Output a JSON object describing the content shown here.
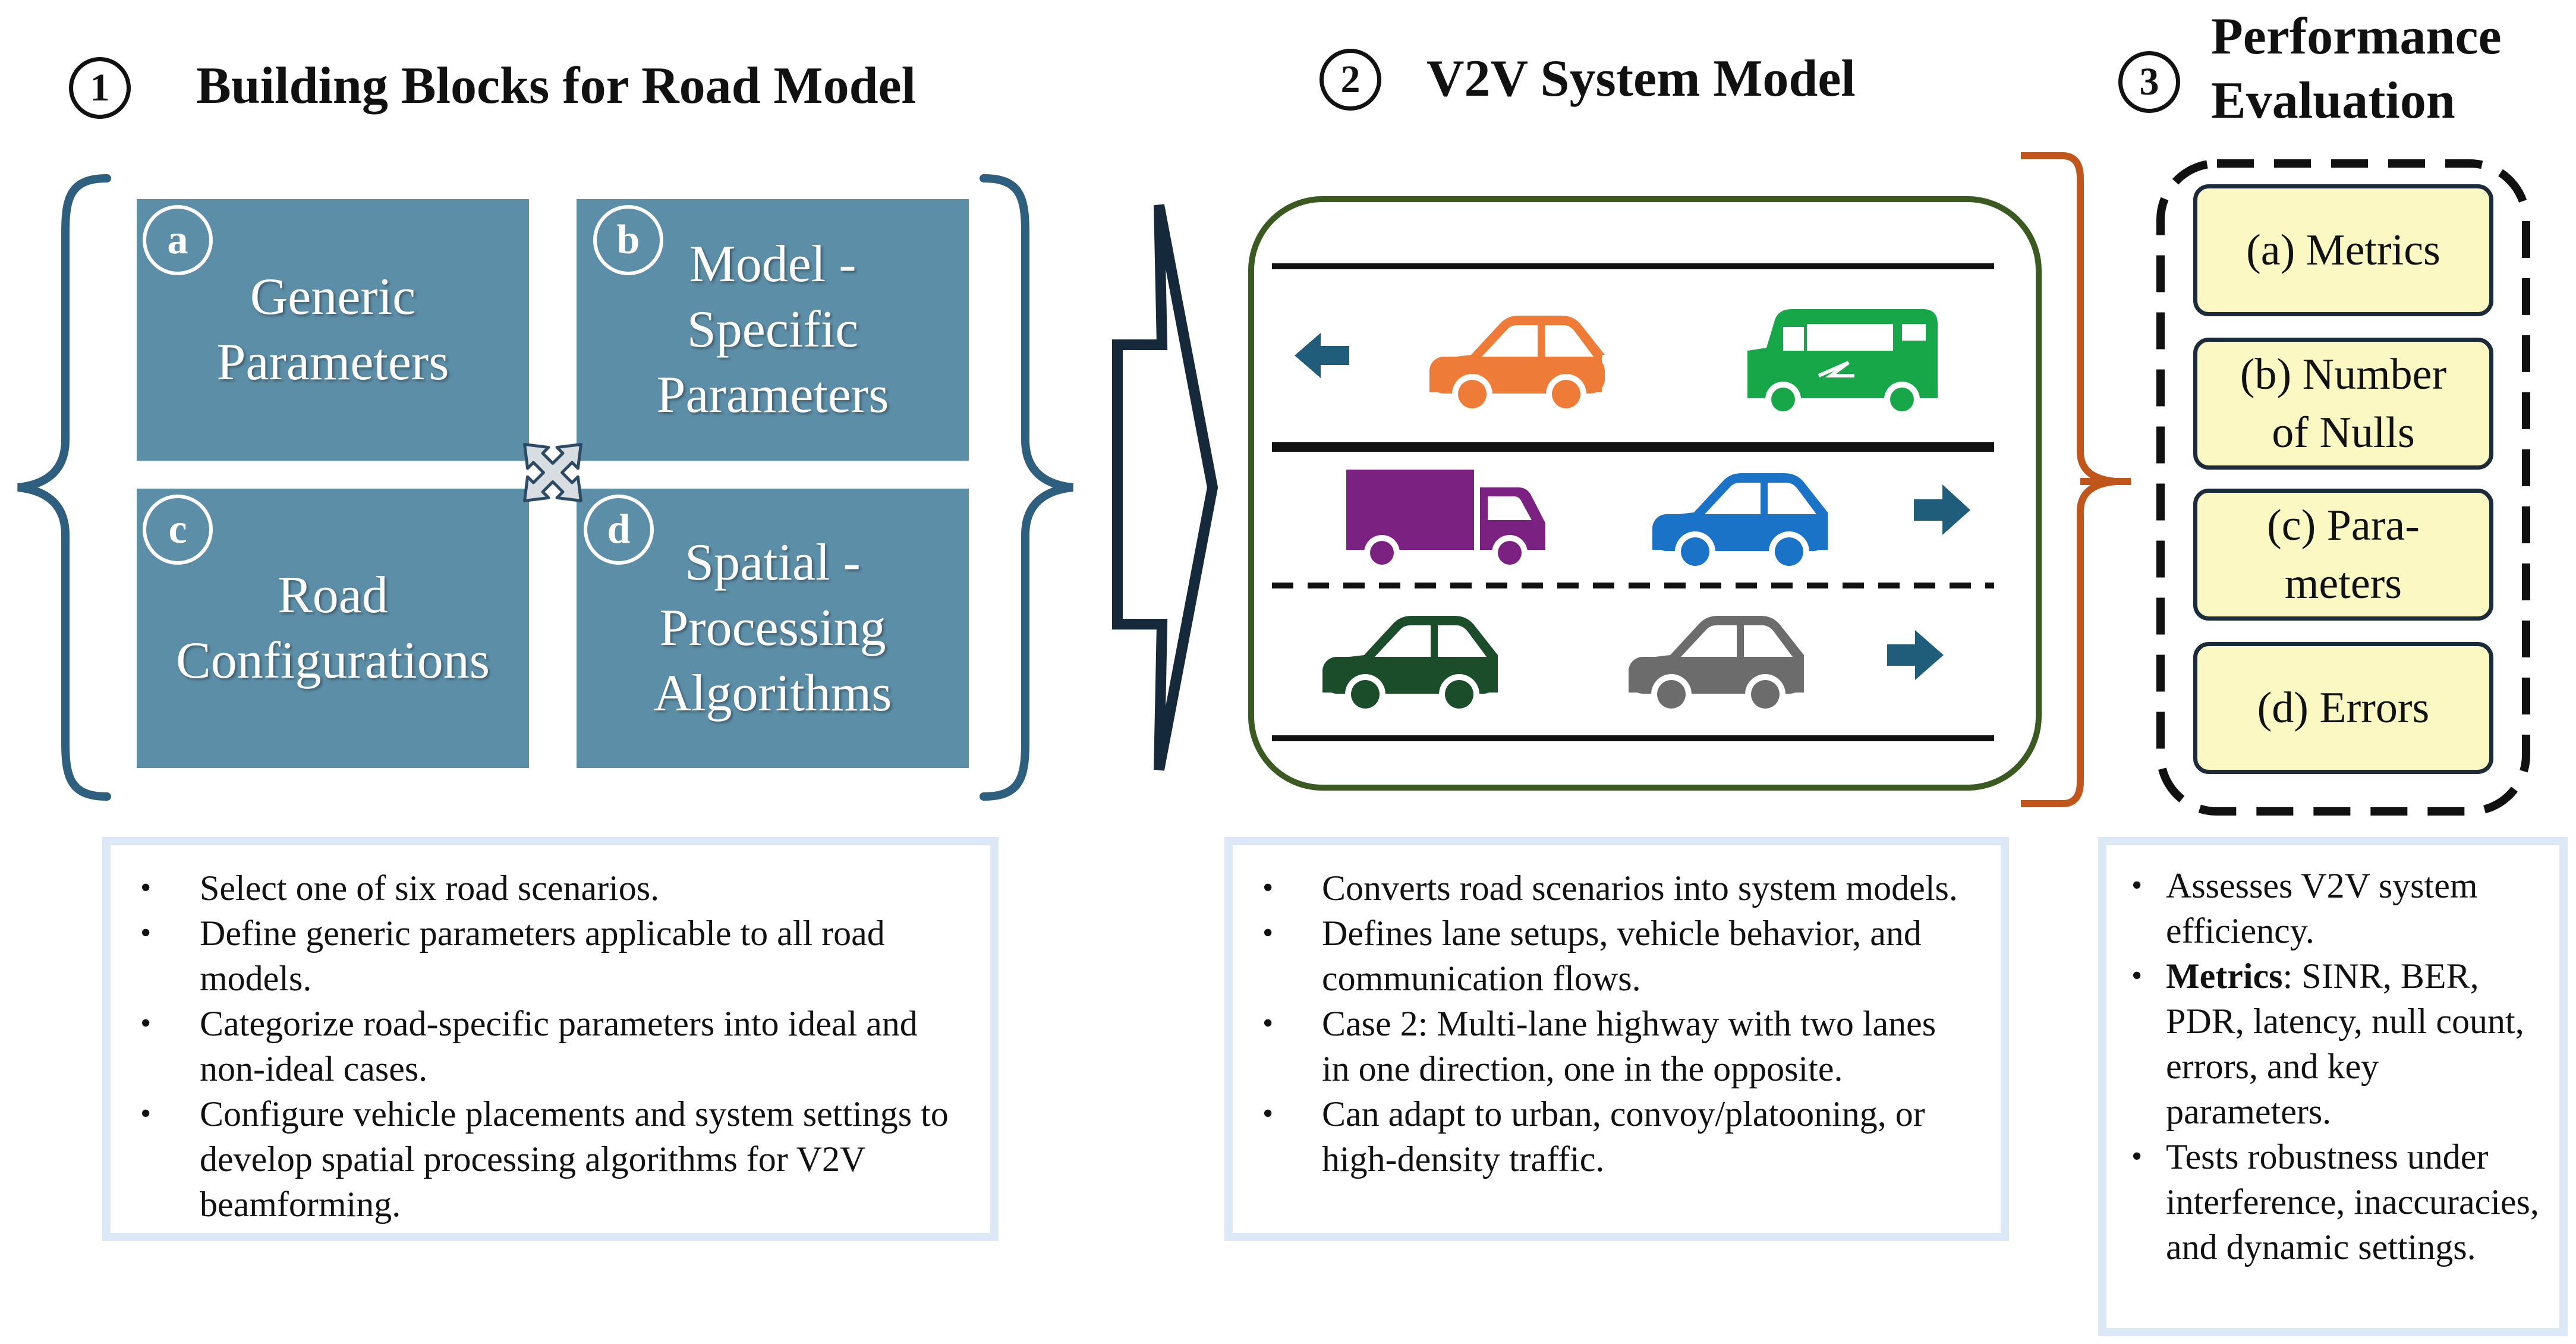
{
  "sections": [
    {
      "number": "1",
      "title": "Building Blocks for Road Model"
    },
    {
      "number": "2",
      "title": "V2V System Model"
    },
    {
      "number": "3",
      "title": "Performance Evaluation"
    }
  ],
  "building_blocks": [
    {
      "letter": "a",
      "label": "Generic\nParameters"
    },
    {
      "letter": "b",
      "label": "Model -\nSpecific\nParameters"
    },
    {
      "letter": "c",
      "label": "Road\nConfigurations"
    },
    {
      "letter": "d",
      "label": "Spatial -\nProcessing\nAlgorithms"
    }
  ],
  "block1_bullets": [
    "Select one of six road scenarios.",
    "Define generic parameters applicable to all road models.",
    "Categorize road-specific parameters into ideal and non-ideal cases.",
    "Configure vehicle placements and system settings to develop spatial processing algorithms for V2V beamforming."
  ],
  "block2_bullets": [
    "Converts road scenarios into system models.",
    "Defines lane setups, vehicle behavior, and communication flows.",
    "Case 2: Multi-lane highway with two lanes in one direction, one in the opposite.",
    "Can adapt to urban, convoy/platooning, or high-density traffic."
  ],
  "metrics": [
    {
      "label": "(a) Metrics"
    },
    {
      "label": "(b) Number\nof Nulls"
    },
    {
      "label": "(c) Para-\nmeters"
    },
    {
      "label": "(d) Errors"
    }
  ],
  "block3_bullets": {
    "b1": "Assesses V2V system efficiency.",
    "b2_bold": "Metrics",
    "b2_rest": ": SINR, BER, PDR, latency, null count, errors, and key parameters.",
    "b3": "Tests robustness under interference, inaccuracies, and dynamic settings."
  },
  "icons": {
    "lane1_arrow": "arrow-left-icon",
    "lane2_arrow": "arrow-right-icon",
    "lane3_arrow": "arrow-right-icon",
    "cars": [
      "orange-car-icon",
      "green-rv-icon",
      "purple-truck-icon",
      "blue-car-icon",
      "dark-green-car-icon",
      "gray-car-icon"
    ]
  },
  "colors": {
    "tile": "#5d8ea7",
    "bracket_left": "#2f5f7f",
    "road_frame": "#3b5a22",
    "bracket_right": "#c0561c",
    "metric_fill": "#fbf8c4",
    "orange_car": "#ef7b39",
    "green_rv": "#17a749",
    "purple_truck": "#7b2182",
    "blue_car": "#1b73c7",
    "dark_green_car": "#1b4d2a",
    "gray_car": "#6c6c6c",
    "lane_arrow": "#1f5d7a"
  }
}
